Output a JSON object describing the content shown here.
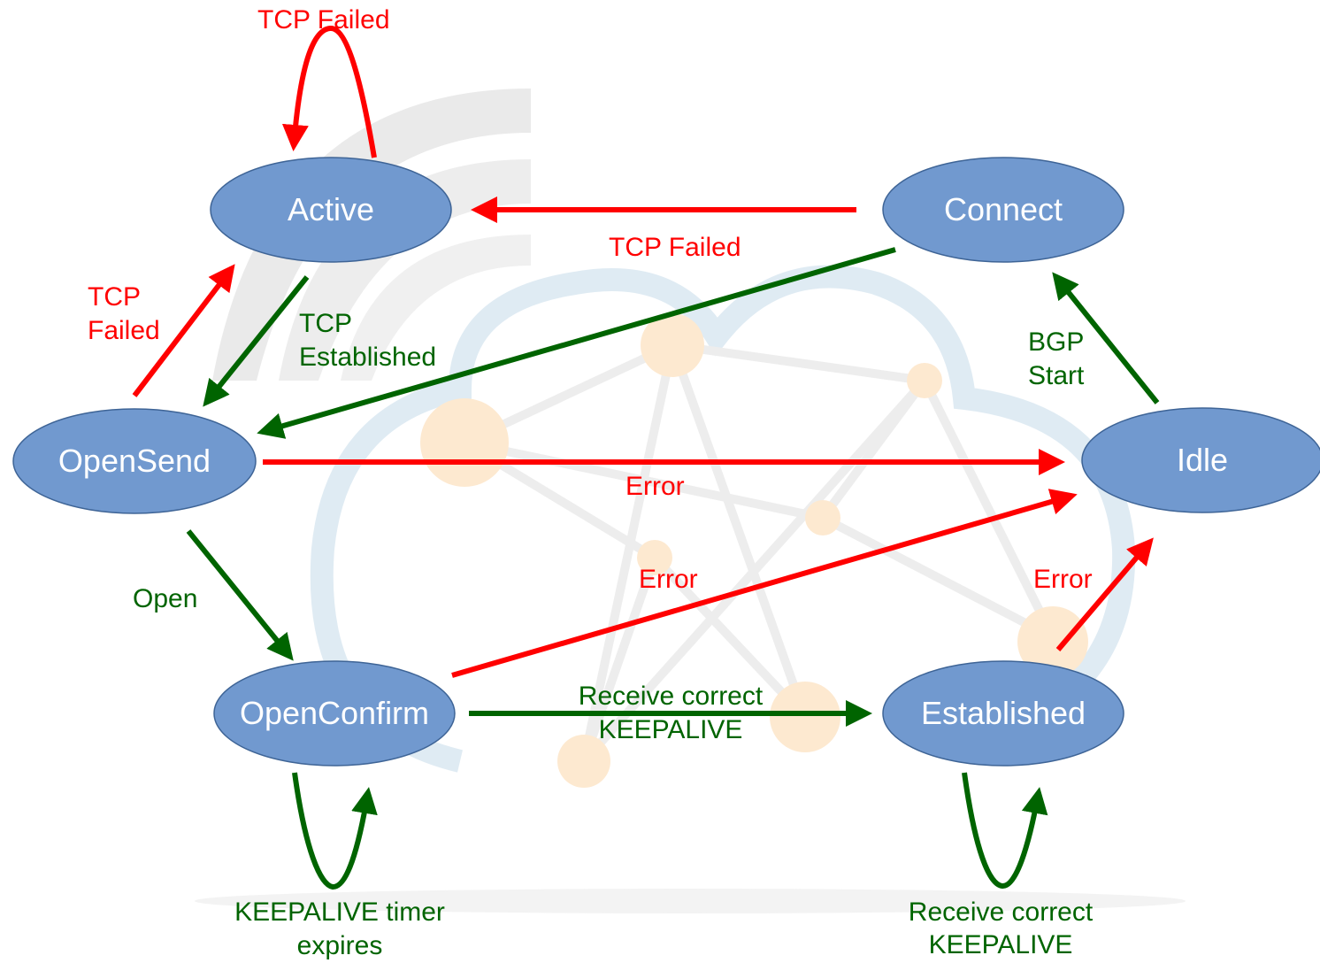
{
  "colors": {
    "state_fill": "#7199cf",
    "state_stroke": "#3e6496",
    "state_text": "#ffffff",
    "red": "#ff0000",
    "green": "#006400",
    "watermark_grey": "#e8e8e8",
    "watermark_blue": "#dce9f2",
    "watermark_orange": "#fde7cc"
  },
  "states": {
    "active": "Active",
    "connect": "Connect",
    "opensend": "OpenSend",
    "idle": "Idle",
    "openconfirm": "OpenConfirm",
    "established": "Established"
  },
  "labels": {
    "active_loop": "TCP Failed",
    "connect_to_active": "TCP Failed",
    "opensend_to_active_1": "TCP",
    "opensend_to_active_2": "Failed",
    "active_to_opensend_1": "TCP",
    "active_to_opensend_2": "Established",
    "idle_to_connect_1": "BGP",
    "idle_to_connect_2": "Start",
    "opensend_error": "Error",
    "openconfirm_error": "Error",
    "established_error": "Error",
    "opensend_to_openconfirm": "Open",
    "openconfirm_to_established_1": "Receive correct",
    "openconfirm_to_established_2": "KEEPALIVE",
    "openconfirm_loop_1": "KEEPALIVE timer",
    "openconfirm_loop_2": "expires",
    "established_loop_1": "Receive correct",
    "established_loop_2": "KEEPALIVE"
  }
}
